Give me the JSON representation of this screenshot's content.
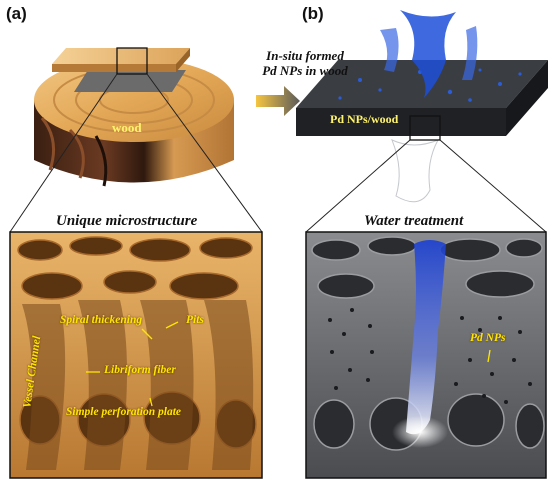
{
  "panels": {
    "a": {
      "label": "(a)",
      "wood_label": "wood",
      "caption": "Unique microstructure"
    },
    "b": {
      "label": "(b)",
      "sample_label": "Pd NPs/wood",
      "caption": "Water treatment"
    }
  },
  "process_arrow": {
    "line1": "In-situ formed",
    "line2": "Pd NPs in wood"
  },
  "annotations_a": {
    "spiral": "Spiral thickening",
    "pits": "Pits",
    "vessel": "Vessel Channel",
    "libriform": "Libriform fiber",
    "perforation": "Simple perforation plate"
  },
  "annotations_b": {
    "pd": "Pd NPs"
  },
  "colors": {
    "wood_light": "#e8b56a",
    "wood_dark": "#4a2a1a",
    "charred": "#2b2e33",
    "water": "#1d4fd8",
    "annotation": "#ffe600",
    "arrow_start": "#f5c542",
    "arrow_end": "#5a5a5a"
  }
}
